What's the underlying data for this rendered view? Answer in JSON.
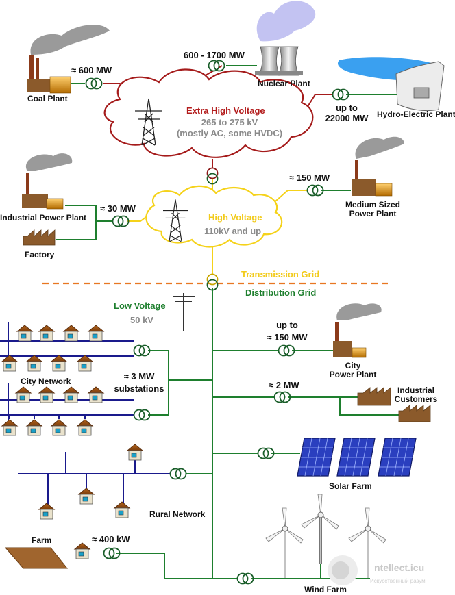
{
  "labels": {
    "coal_plant": "Coal Plant",
    "coal_power": "≈ 600  MW",
    "nuclear_power": "600 - 1700  MW",
    "nuclear_plant": "Nuclear Plant",
    "hydro_power_line1": "up to",
    "hydro_power_line2": "22000  MW",
    "hydro_plant": "Hydro-Electric Plant",
    "ehv_title": "Extra High Voltage",
    "ehv_range": "265 to 275 kV",
    "ehv_note": "(mostly AC, some HVDC)",
    "hv_title": "High Voltage",
    "hv_range": "110kV and up",
    "medium_power": "≈ 150  MW",
    "medium_plant_line1": "Medium Sized",
    "medium_plant_line2": "Power Plant",
    "industrial_power": "≈ 30 MW",
    "industrial_plant": "Industrial Power Plant",
    "factory": "Factory",
    "transmission_grid": "Transmission Grid",
    "distribution_grid": "Distribution Grid",
    "low_voltage": "Low Voltage",
    "low_voltage_value": "50 kV",
    "city_power_line1": "up to",
    "city_power_line2": "≈ 150  MW",
    "city_plant_line1": "City",
    "city_plant_line2": "Power Plant",
    "city_network": "City Network",
    "substations_line1": "≈ 3  MW",
    "substations_line2": "substations",
    "industrial_customers_power": "≈ 2  MW",
    "industrial_customers_line1": "Industrial",
    "industrial_customers_line2": "Customers",
    "solar_farm": "Solar Farm",
    "rural_network": "Rural Network",
    "farm": "Farm",
    "farm_power": "≈ 400 kW",
    "wind_farm": "Wind Farm",
    "watermark": "ntellect.icu",
    "watermark_sub": "Искусственный разум"
  },
  "colors": {
    "ehv_line": "#a51b1b",
    "hv_line": "#f5d21a",
    "distribution_line": "#1e7f2e",
    "network_line": "#1a1a8c",
    "grid_divider": "#e87722",
    "plant_brown": "#8b5a2b",
    "smoke": "#9a9a9a",
    "nuclear_cloud": "#b8b8f0",
    "water": "#3aa0f0",
    "solar_panel": "#2a3fbf"
  }
}
